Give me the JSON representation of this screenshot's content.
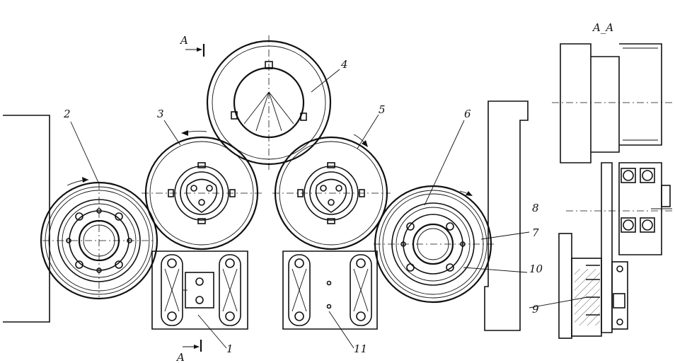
{
  "labels": {
    "section_title": "A_A",
    "section_mark_top": "A",
    "section_mark_bottom": "A",
    "n1": "1",
    "n2": "2",
    "n3": "3",
    "n4": "4",
    "n5": "5",
    "n6": "6",
    "n7": "7",
    "n8": "8",
    "n9": "9",
    "n10": "10",
    "n11": "11"
  }
}
